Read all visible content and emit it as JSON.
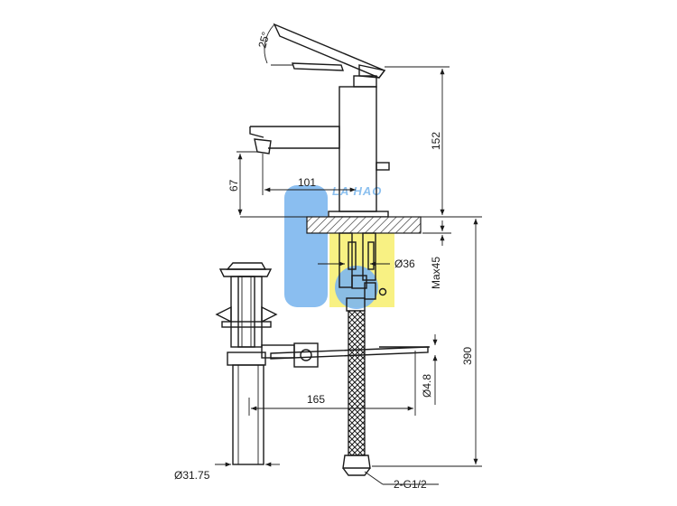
{
  "diagram": {
    "angle_label": "25°",
    "dimensions": {
      "height_total": "152",
      "spout_height": "67",
      "spout_reach": "101",
      "hole_diameter": "Ø36",
      "max_thickness": "Max45",
      "total_length": "390",
      "rod_diameter": "Ø4.8",
      "rod_length": "165",
      "drain_diameter": "Ø31.75",
      "hose_thread": "2-G1/2"
    }
  },
  "watermark": {
    "text": "LA HAO",
    "color_blue": "#7db7ee",
    "color_yellow": "#f6ec5a"
  }
}
